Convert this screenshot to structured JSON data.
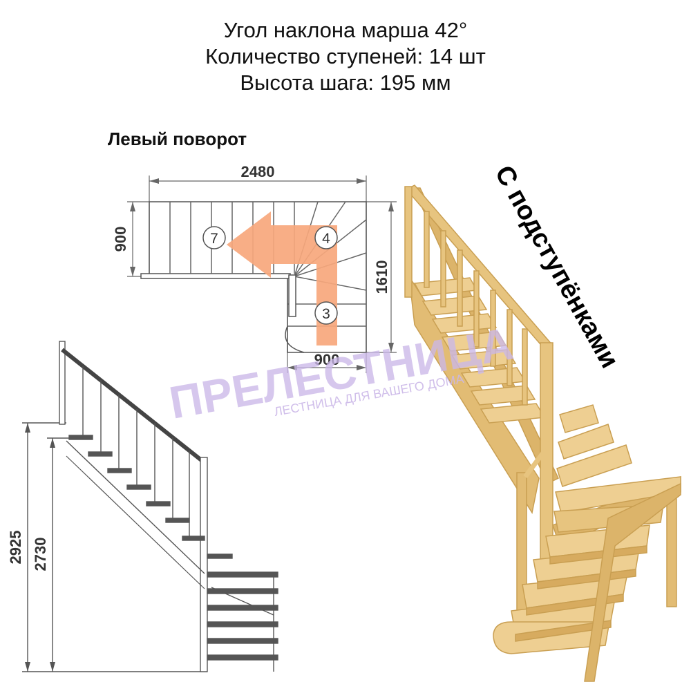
{
  "specs": {
    "angle": "Угол наклона марша 42°",
    "steps": "Количество ступеней: 14 шт",
    "step_height": "Высота шага: 195 мм"
  },
  "plan": {
    "title": "Левый поворот",
    "dim_top": "2480",
    "dim_left": "900",
    "dim_right": "1610",
    "dim_bottom": "900",
    "step_markers": [
      "7",
      "4",
      "3"
    ]
  },
  "side": {
    "dim_outer": "2925",
    "dim_inner": "2730"
  },
  "watermark": {
    "brand": "ПРЕЛЕСТНИЦА",
    "tagline": "ЛЕСТНИЦА ДЛЯ ВАШЕГО ДОМА"
  },
  "badge": "С подступёнками",
  "colors": {
    "arrow": "#f7a77c",
    "wood": "#e7c47f",
    "wood_dark": "#c99f52",
    "watermark": "#cbb8e8",
    "lines": "#555555"
  }
}
